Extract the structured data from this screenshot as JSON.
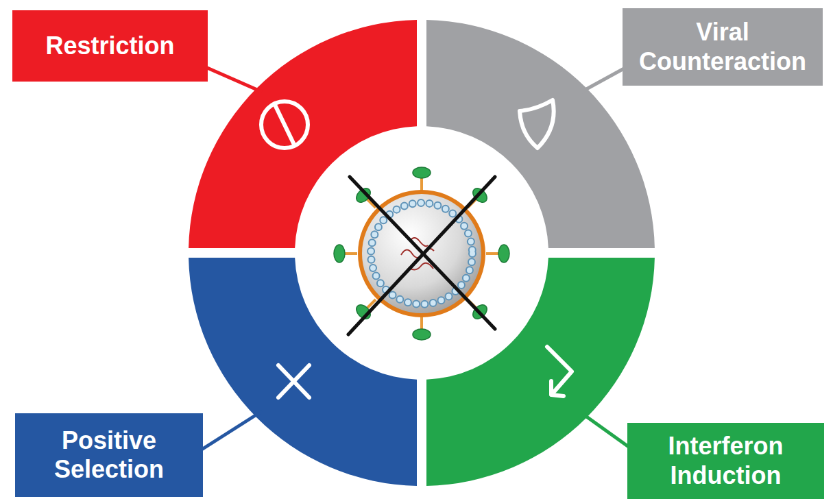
{
  "diagram": {
    "nodes": [
      {
        "text": [
          "Restriction"
        ]
      },
      {
        "text": [
          "Viral Counteraction"
        ]
      },
      {
        "text": [
          "Positive Selection"
        ]
      },
      {
        "text": [
          "Interferon Induction"
        ]
      }
    ]
  }
}
